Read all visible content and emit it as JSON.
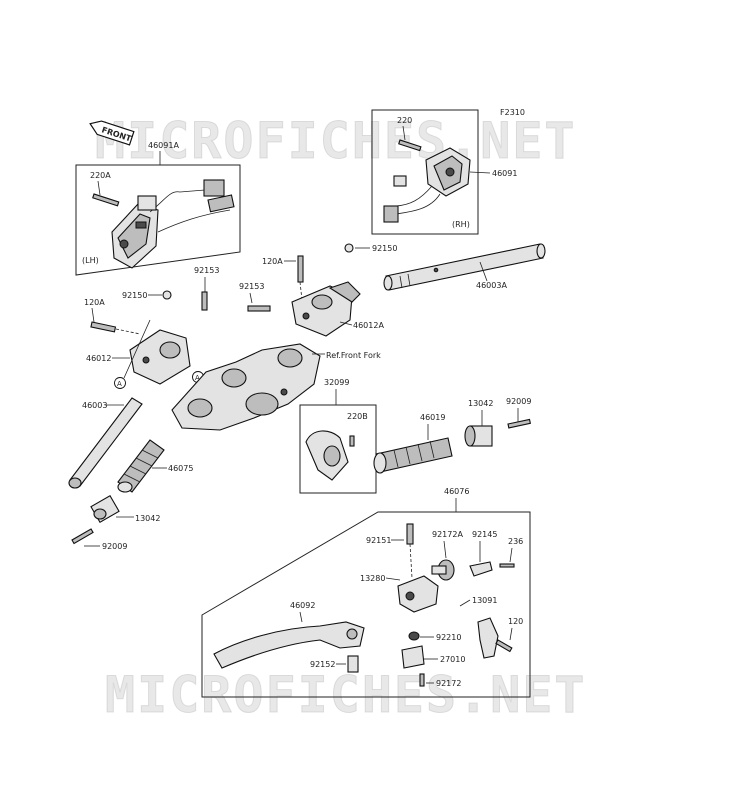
{
  "watermark": {
    "top": "MICROFICHES.NET",
    "bottom": "MICROFICHES.NET"
  },
  "figure_code": "F2310",
  "front_label": "FRONT",
  "refs": {
    "ref_front_fork": "Ref.Front Fork",
    "marker_a": "A"
  },
  "box_captions": {
    "lh": "(LH)",
    "rh": "(RH)"
  },
  "parts": {
    "p46091A": "46091A",
    "p220A_lh": "220A",
    "p220": "220",
    "p46091": "46091",
    "p92150_top": "92150",
    "p120A_top": "120A",
    "p46003A": "46003A",
    "p92153_top": "92153",
    "p92153_mid": "92153",
    "p46012A": "46012A",
    "p92150_left": "92150",
    "p120A_left": "120A",
    "p46012": "46012",
    "p46003": "46003",
    "p32099": "32099",
    "p220B": "220B",
    "p46019": "46019",
    "p13042_right": "13042",
    "p92009_right": "92009",
    "p46075": "46075",
    "p13042_left": "13042",
    "p92009_left": "92009",
    "p46076": "46076",
    "p92151": "92151",
    "p92172A": "92172A",
    "p92145": "92145",
    "p236": "236",
    "p13280": "13280",
    "p46092": "46092",
    "p13091": "13091",
    "p120": "120",
    "p92210": "92210",
    "p92152": "92152",
    "p27010": "27010",
    "p92172": "92172"
  }
}
